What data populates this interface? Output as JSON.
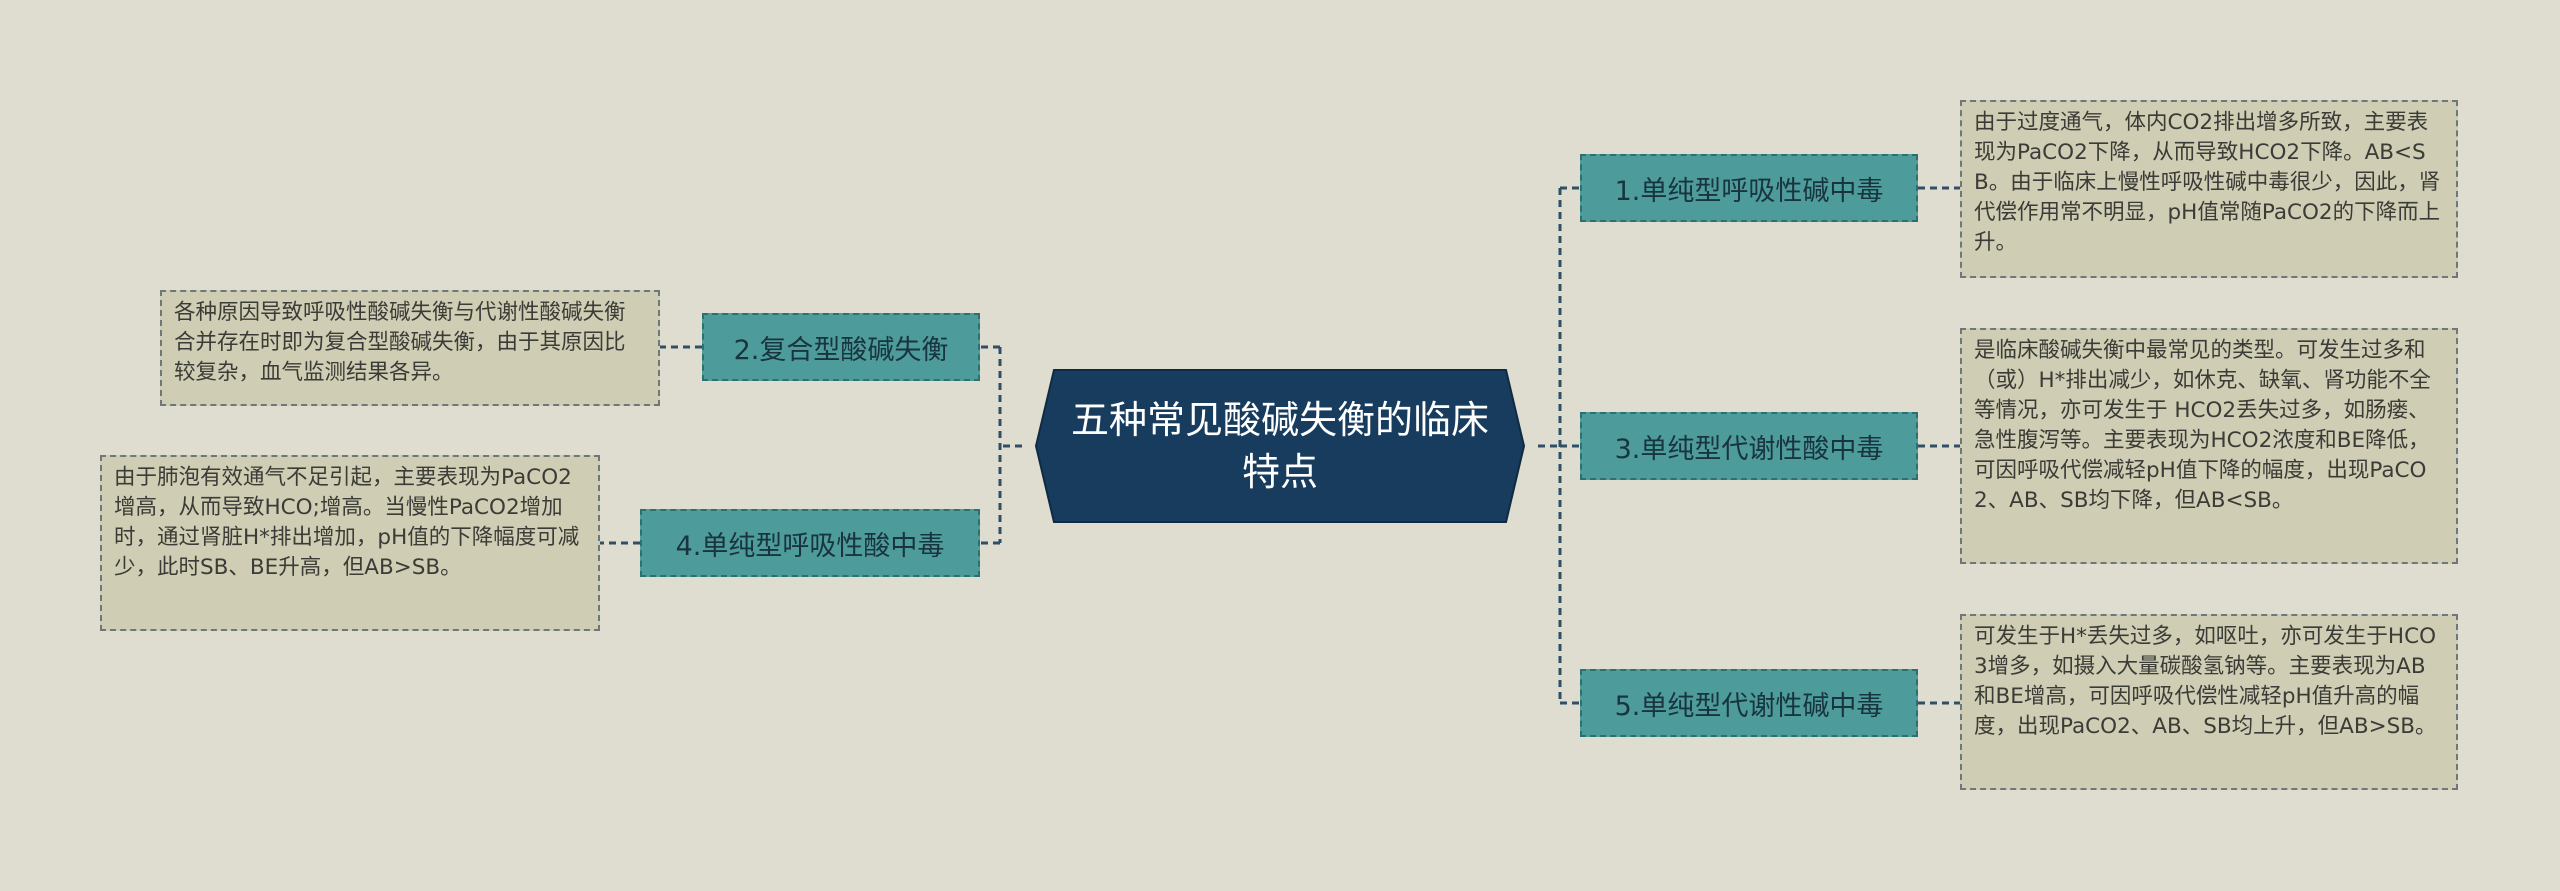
{
  "center": {
    "label": "五种常见酸碱失衡的临床特点"
  },
  "branches": [
    {
      "label": "1.单纯型呼吸性碱中毒",
      "note": "由于过度通气，体内CO2排出增多所致，主要表现为PaCO2下降，从而导致HCO2下降。AB<SB。由于临床上慢性呼吸性碱中毒很少，因此，肾代偿作用常不明显，pH值常随PaCO2的下降而上升。"
    },
    {
      "label": "2.复合型酸碱失衡",
      "note": "各种原因导致呼吸性酸碱失衡与代谢性酸碱失衡合并存在时即为复合型酸碱失衡，由于其原因比较复杂，血气监测结果各异。"
    },
    {
      "label": "3.单纯型代谢性酸中毒",
      "note": "是临床酸碱失衡中最常见的类型。可发生过多和（或）H*排出减少，如休克、缺氧、肾功能不全等情况，亦可发生于 HCO2丢失过多，如肠瘘、急性腹泻等。主要表现为HCO2浓度和BE降低，可因呼吸代偿减轻pH值下降的幅度，出现PaCO2、AB、SB均下降，但AB<SB。"
    },
    {
      "label": "4.单纯型呼吸性酸中毒",
      "note": "由于肺泡有效通气不足引起，主要表现为PaCO2增高，从而导致HCO;增高。当慢性PaCO2增加时，通过肾脏H*排出增加，pH值的下降幅度可减少，此时SB、BE升高，但AB>SB。"
    },
    {
      "label": "5.单纯型代谢性碱中毒",
      "note": "可发生于H*丢失过多，如呕吐，亦可发生于HCO3增多，如摄入大量碳酸氢钠等。主要表现为AB和BE增高，可因呼吸代偿性减轻pH值升高的幅度，出现PaCO2、AB、SB均上升，但AB>SB。"
    }
  ],
  "colors": {
    "background": "#dfddd0",
    "center_fill": "#183c5e",
    "branch_fill": "#4e9b9b",
    "note_fill": "#cfcdb3",
    "connector": "#2f4f66"
  }
}
